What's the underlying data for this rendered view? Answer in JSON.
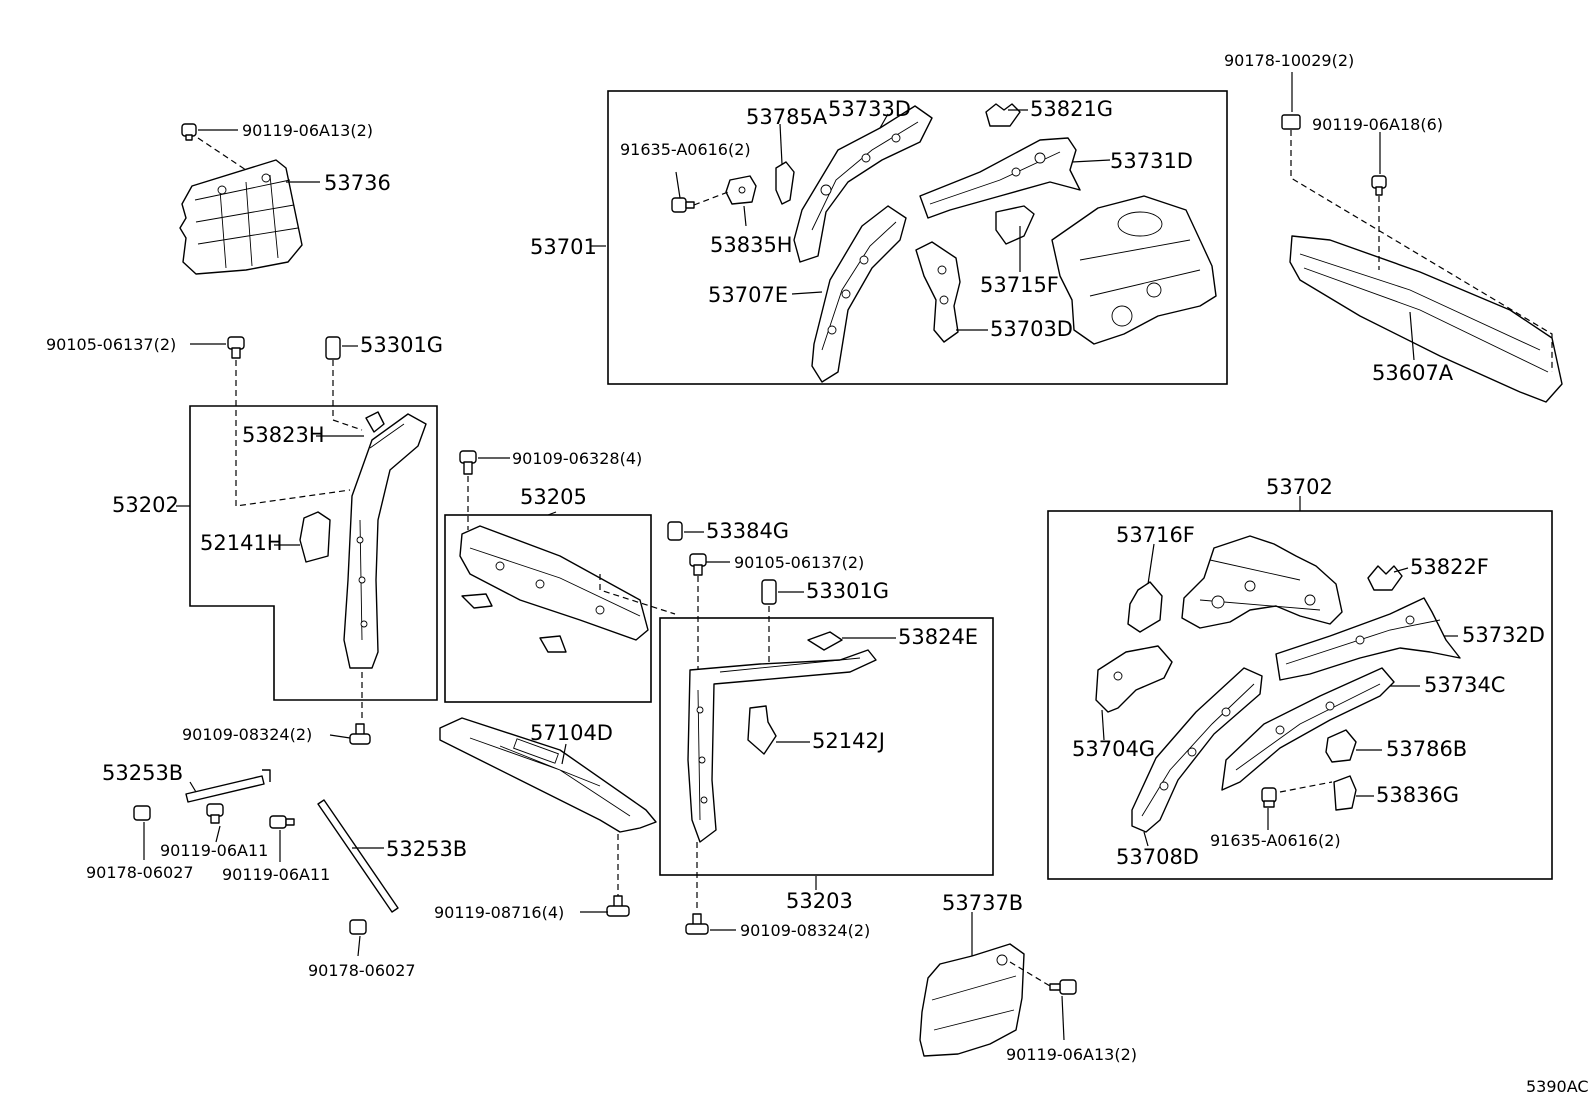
{
  "diagram_id": "5390AC",
  "labels": {
    "l53736": "53736",
    "l90119_06A13_top": "90119-06A13(2)",
    "l53701": "53701",
    "l53785A": "53785A",
    "l53733D": "53733D",
    "l53821G": "53821G",
    "l91635_A0616_top": "91635-A0616(2)",
    "l53731D": "53731D",
    "l53835H": "53835H",
    "l53707E": "53707E",
    "l53715F": "53715F",
    "l53703D": "53703D",
    "l90178_10029": "90178-10029(2)",
    "l90119_06A18": "90119-06A18(6)",
    "l53607A": "53607A",
    "l90105_06137_left": "90105-06137(2)",
    "l53301G_top": "53301G",
    "l53823H": "53823H",
    "l53202": "53202",
    "l52141H": "52141H",
    "l90109_06328": "90109-06328(4)",
    "l53205": "53205",
    "l53384G": "53384G",
    "l90105_06137_mid": "90105-06137(2)",
    "l53301G_mid": "53301G",
    "l53824E": "53824E",
    "l52142J": "52142J",
    "l57104D": "57104D",
    "l90109_08324_left": "90109-08324(2)",
    "l53253B_top": "53253B",
    "l90119_06A11_a": "90119-06A11",
    "l90178_06027_a": "90178-06027",
    "l90119_06A11_b": "90119-06A11",
    "l53253B_bot": "53253B",
    "l90178_06027_b": "90178-06027",
    "l90119_08716": "90119-08716(4)",
    "l53203": "53203",
    "l90109_08324_mid": "90109-08324(2)",
    "l53737B": "53737B",
    "l90119_06A13_bot": "90119-06A13(2)",
    "l53702": "53702",
    "l53716F": "53716F",
    "l53822F": "53822F",
    "l53732D": "53732D",
    "l53734C": "53734C",
    "l53704G": "53704G",
    "l53786B": "53786B",
    "l53836G": "53836G",
    "l91635_A0616_bot": "91635-A0616(2)",
    "l53708D": "53708D"
  }
}
